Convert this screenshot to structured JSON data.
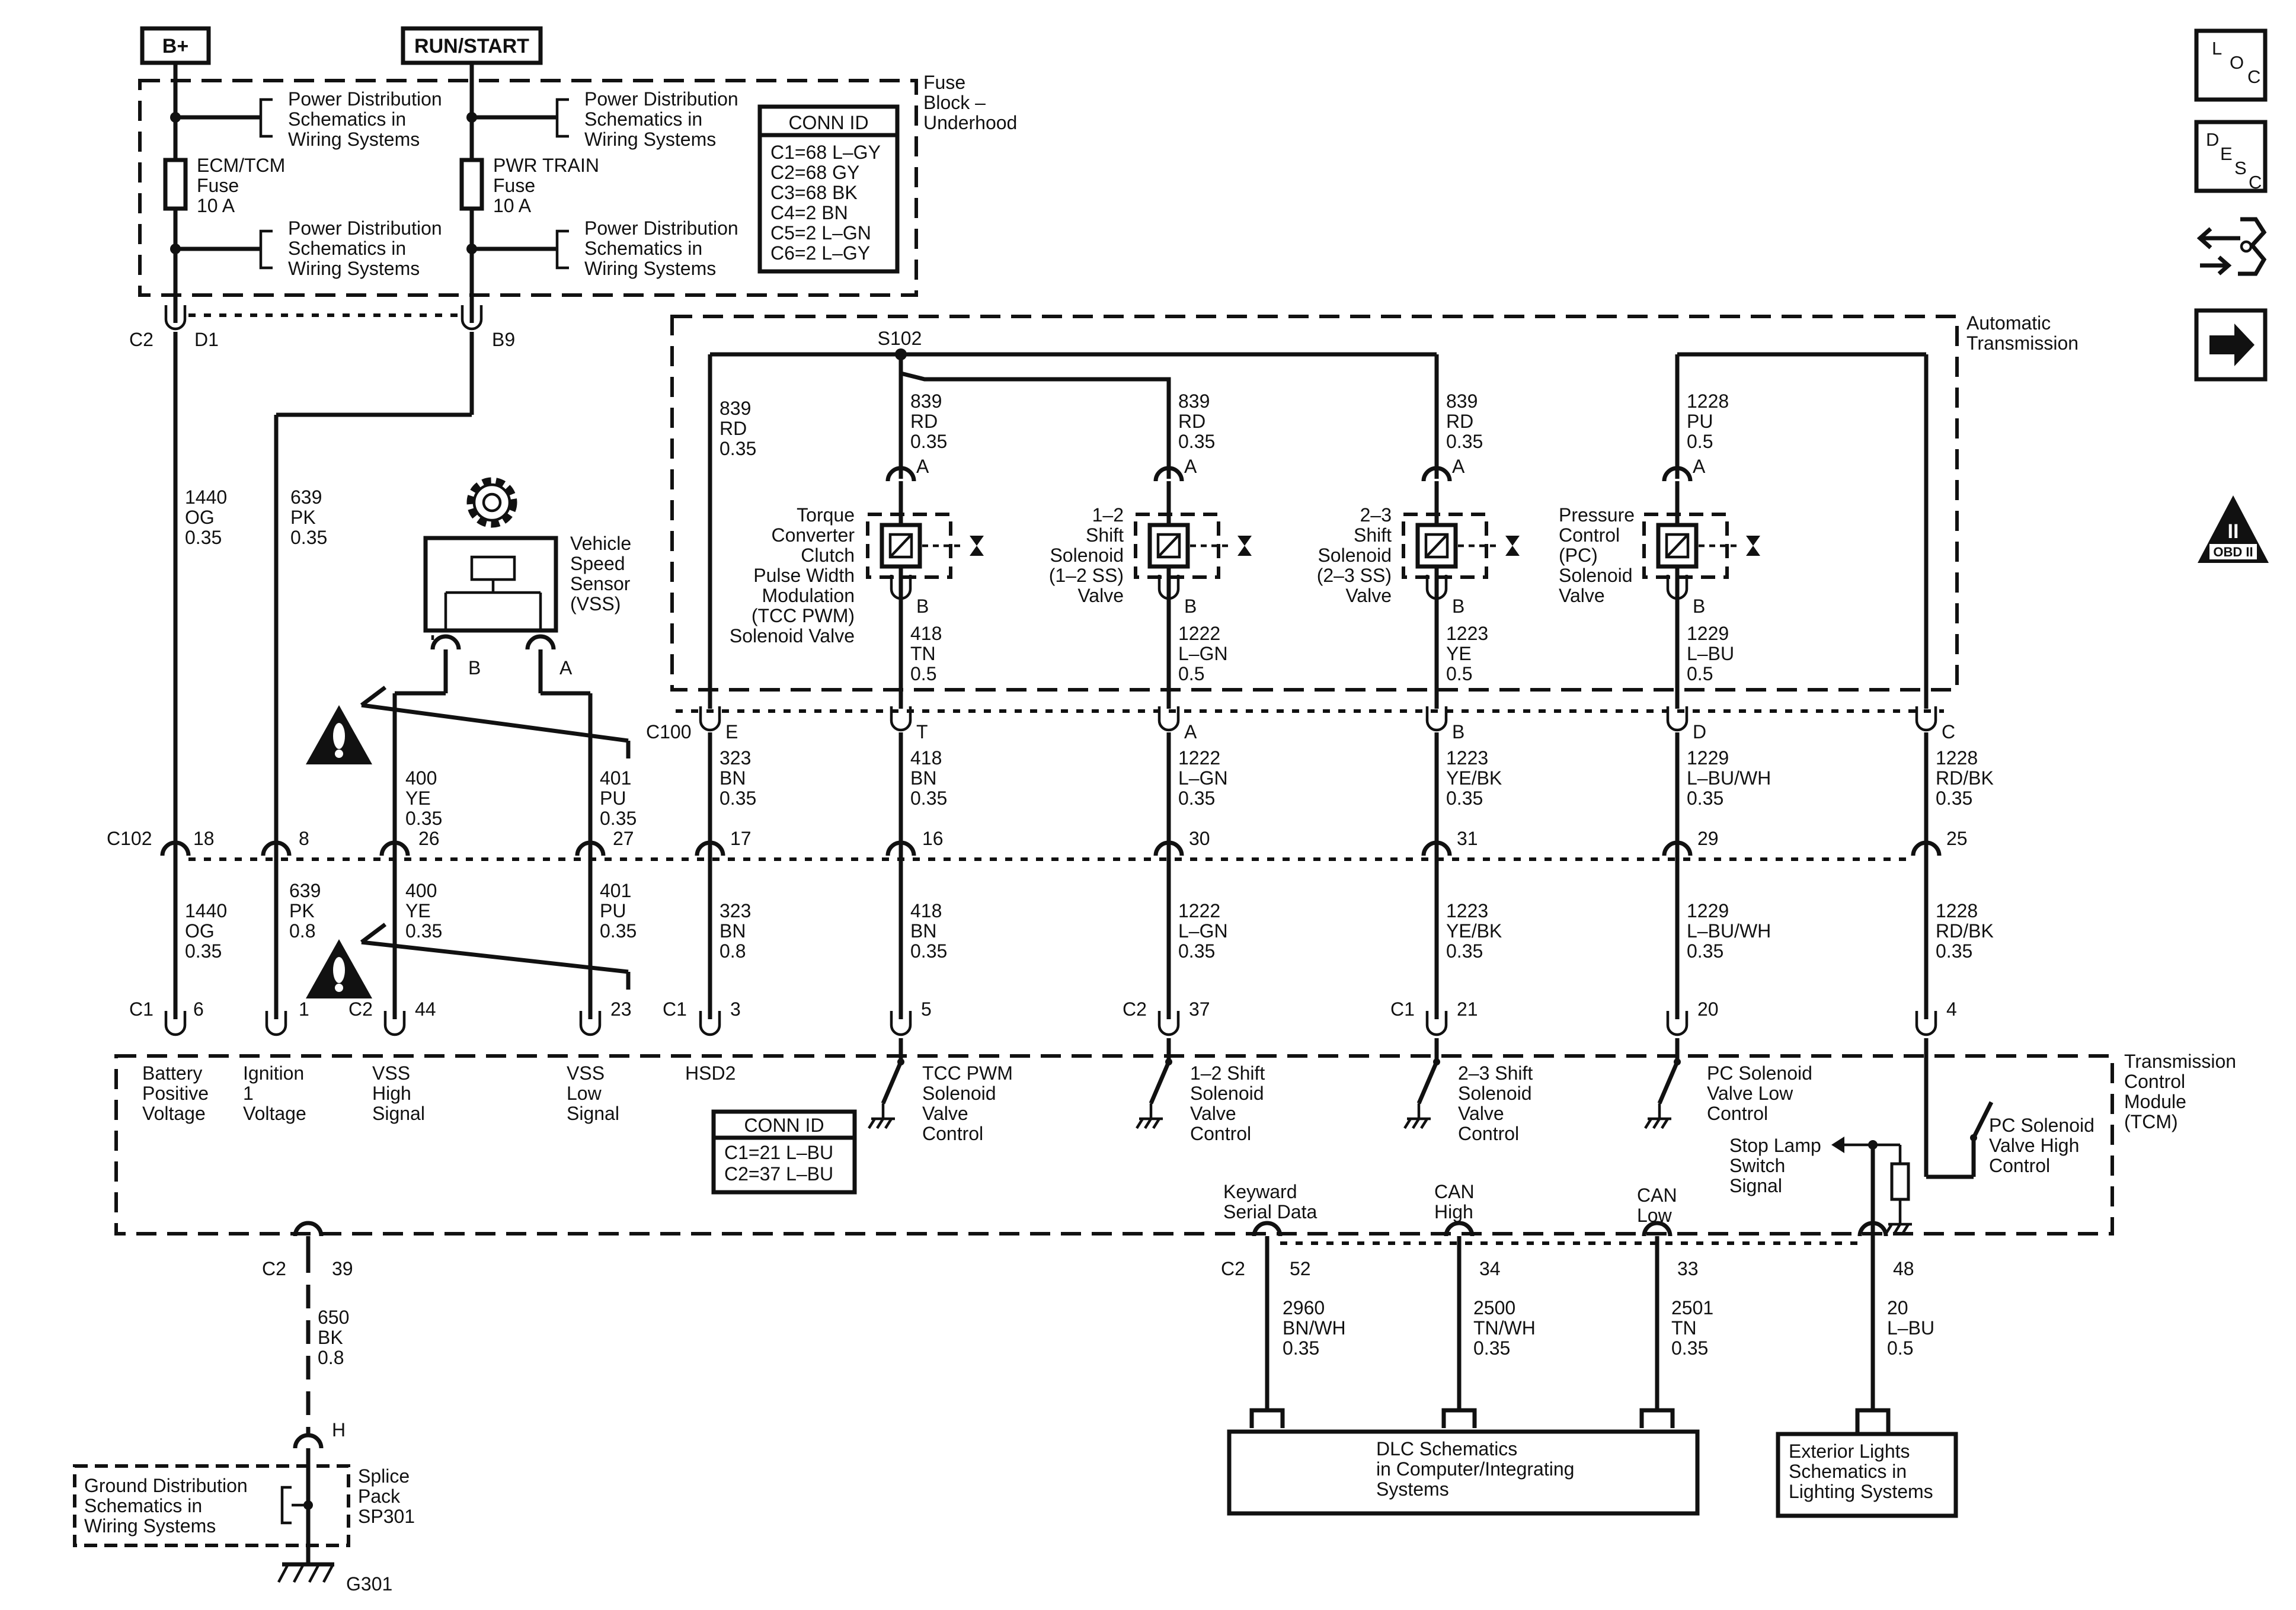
{
  "power": {
    "b_plus": "B+",
    "run_start": "RUN/START",
    "pd_line1": "Power Distribution",
    "pd_line2": "Schematics in",
    "pd_line3": "Wiring Systems",
    "fuse1_line1": "ECM/TCM",
    "fuse1_line2": "Fuse",
    "fuse1_line3": "10 A",
    "fuse2_line1": "PWR TRAIN",
    "fuse2_line2": "Fuse",
    "fuse2_line3": "10 A",
    "fuse_block_line1": "Fuse",
    "fuse_block_line2": "Block –",
    "fuse_block_line3": "Underhood"
  },
  "conn_id_top": {
    "title": "CONN ID",
    "rows": [
      "C1=68 L–GY",
      "C2=68 GY",
      "C3=68 BK",
      "C4=2 BN",
      "C5=2 L–GN",
      "C6=2 L–GY"
    ]
  },
  "fuse_block_pins": {
    "c2": "C2",
    "d1": "D1",
    "b9": "B9"
  },
  "trans": {
    "title_line1": "Automatic",
    "title_line2": "Transmission",
    "splice": "S102",
    "pin_a": "A",
    "pin_b": "B",
    "wire_839_1": "839",
    "wire_839_2": "RD",
    "wire_839_3": "0.35",
    "wire_1228_1": "1228",
    "wire_1228_2": "PU",
    "wire_1228_3": "0.5",
    "tcc_lines": [
      "Torque",
      "Converter",
      "Clutch",
      "Pulse Width",
      "Modulation",
      "(TCC PWM)",
      "Solenoid Valve"
    ],
    "ss12_lines": [
      "1–2",
      "Shift",
      "Solenoid",
      "(1–2 SS)",
      "Valve"
    ],
    "ss23_lines": [
      "2–3",
      "Shift",
      "Solenoid",
      "(2–3 SS)",
      "Valve"
    ],
    "pc_lines": [
      "Pressure",
      "Control",
      "(PC)",
      "Solenoid",
      "Valve"
    ],
    "wire_418": [
      "418",
      "TN",
      "0.5"
    ],
    "wire_1222": [
      "1222",
      "L–GN",
      "0.5"
    ],
    "wire_1223": [
      "1223",
      "YE",
      "0.5"
    ],
    "wire_1229": [
      "1229",
      "L–BU",
      "0.5"
    ]
  },
  "vss": {
    "lines": [
      "Vehicle",
      "Speed",
      "Sensor",
      "(VSS)"
    ],
    "pin_b": "B",
    "pin_a": "A"
  },
  "c100": {
    "label": "C100",
    "pins": [
      "E",
      "T",
      "A",
      "B",
      "D",
      "C"
    ],
    "wires": [
      [
        "323",
        "BN",
        "0.35"
      ],
      [
        "418",
        "BN",
        "0.35"
      ],
      [
        "1222",
        "L–GN",
        "0.35"
      ],
      [
        "1223",
        "YE/BK",
        "0.35"
      ],
      [
        "1229",
        "L–BU/WH",
        "0.35"
      ],
      [
        "1228",
        "RD/BK",
        "0.35"
      ]
    ]
  },
  "upper_wires": {
    "w1440": [
      "1440",
      "OG",
      "0.35"
    ],
    "w639": [
      "639",
      "PK",
      "0.35"
    ],
    "w400": [
      "400",
      "YE",
      "0.35"
    ],
    "w401": [
      "401",
      "PU",
      "0.35"
    ]
  },
  "c102": {
    "label": "C102",
    "pins": [
      "18",
      "8",
      "26",
      "27",
      "17",
      "16",
      "30",
      "31",
      "29",
      "25"
    ]
  },
  "lower_wires": [
    [
      "1440",
      "OG",
      "0.35"
    ],
    [
      "639",
      "PK",
      "0.8"
    ],
    [
      "400",
      "YE",
      "0.35"
    ],
    [
      "401",
      "PU",
      "0.35"
    ],
    [
      "323",
      "BN",
      "0.8"
    ],
    [
      "418",
      "BN",
      "0.35"
    ],
    [
      "1222",
      "L–GN",
      "0.35"
    ],
    [
      "1223",
      "YE/BK",
      "0.35"
    ],
    [
      "1229",
      "L–BU/WH",
      "0.35"
    ],
    [
      "1228",
      "RD/BK",
      "0.35"
    ]
  ],
  "tcm_pins": {
    "c1_a": "C1",
    "p6": "6",
    "p1": "1",
    "c2_a": "C2",
    "p44": "44",
    "p23": "23",
    "c1_b": "C1",
    "p3": "3",
    "p5": "5",
    "c2_b": "C2",
    "p37": "37",
    "c1_c": "C1",
    "p21": "21",
    "p20": "20",
    "p4": "4"
  },
  "tcm": {
    "title": [
      "Transmission",
      "Control",
      "Module",
      "(TCM)"
    ],
    "battery": [
      "Battery",
      "Positive",
      "Voltage"
    ],
    "ignition": [
      "Ignition",
      "1",
      "Voltage"
    ],
    "vss_high": [
      "VSS",
      "High",
      "Signal"
    ],
    "vss_low": [
      "VSS",
      "Low",
      "Signal"
    ],
    "hsd2": "HSD2",
    "tcc_ctrl": [
      "TCC PWM",
      "Solenoid",
      "Valve",
      "Control"
    ],
    "ss12_ctrl": [
      "1–2 Shift",
      "Solenoid",
      "Valve",
      "Control"
    ],
    "ss23_ctrl": [
      "2–3 Shift",
      "Solenoid",
      "Valve",
      "Control"
    ],
    "pc_low": [
      "PC Solenoid",
      "Valve Low",
      "Control"
    ],
    "pc_high": [
      "PC Solenoid",
      "Valve High",
      "Control"
    ],
    "stop_lamp": [
      "Stop Lamp",
      "Switch",
      "Signal"
    ],
    "keyward": [
      "Keyward",
      "Serial Data"
    ],
    "can_high": [
      "CAN",
      "High"
    ],
    "can_low": [
      "CAN",
      "Low"
    ]
  },
  "conn_id_tcm": {
    "title": "CONN ID",
    "rows": [
      "C1=21 L–BU",
      "C2=37 L–BU"
    ]
  },
  "bottom": {
    "c2": "C2",
    "p39": "39",
    "w650": [
      "650",
      "BK",
      "0.8"
    ],
    "h": "H",
    "ground_dist": [
      "Ground Distribution",
      "Schematics in",
      "Wiring Systems"
    ],
    "splice": [
      "Splice",
      "Pack",
      "SP301"
    ],
    "g301": "G301",
    "c2_b": "C2",
    "p52": "52",
    "p34": "34",
    "p33": "33",
    "p48": "48",
    "w2960": [
      "2960",
      "BN/WH",
      "0.35"
    ],
    "w2500": [
      "2500",
      "TN/WH",
      "0.35"
    ],
    "w2501": [
      "2501",
      "TN",
      "0.35"
    ],
    "w20": [
      "20",
      "L–BU",
      "0.5"
    ],
    "dlc": [
      "DLC Schematics",
      "in Computer/Integrating",
      "Systems"
    ],
    "ext": [
      "Exterior Lights",
      "Schematics in",
      "Lighting Systems"
    ]
  },
  "side_icons": {
    "loc": [
      "L",
      "O",
      "C"
    ],
    "desc": [
      "D",
      "E",
      "S",
      "C"
    ],
    "obd_roman": "II",
    "obd_text": "OBD II",
    "icons": [
      "location-icon",
      "description-icon",
      "component-connector-icon",
      "next-arrow-icon",
      "obd-ii-icon",
      "gear-icon",
      "caution-icon"
    ]
  }
}
